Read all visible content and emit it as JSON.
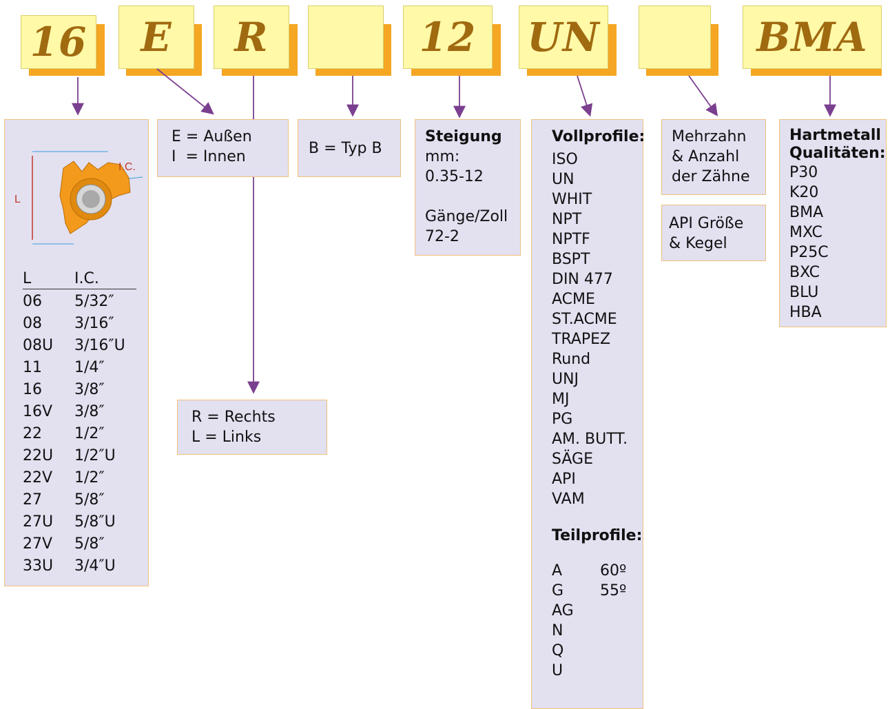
{
  "codes": [
    "16",
    "E",
    "R",
    "",
    "12",
    "UN",
    "",
    "BMA"
  ],
  "size_panel": {
    "diagram": {
      "label_l": "L",
      "label_ic": "I.C."
    },
    "header": [
      "L",
      "I.C."
    ],
    "rows": [
      [
        "06",
        "5/32″"
      ],
      [
        "08",
        "3/16″"
      ],
      [
        "08U",
        "3/16″U"
      ],
      [
        "11",
        "1/4″"
      ],
      [
        "16",
        "3/8″"
      ],
      [
        "16V",
        "3/8″"
      ],
      [
        "22",
        "1/2″"
      ],
      [
        "22U",
        "1/2″U"
      ],
      [
        "22V",
        "1/2″"
      ],
      [
        "27",
        "5/8″"
      ],
      [
        "27U",
        "5/8″U"
      ],
      [
        "27V",
        "5/8″"
      ],
      [
        "33U",
        "3/4″U"
      ]
    ]
  },
  "e_panel": [
    "E = Außen",
    "I  = Innen"
  ],
  "r_panel": [
    "R = Rechts",
    "L = Links"
  ],
  "b_panel": [
    "B = Typ B"
  ],
  "pitch_panel": {
    "title": "Steigung",
    "lines": [
      "mm:",
      "0.35-12",
      "",
      "Gänge/Zoll",
      "72-2"
    ]
  },
  "profile_panel": {
    "full_title": "Vollprofile:",
    "full": [
      "ISO",
      "UN",
      "WHIT",
      "NPT",
      "NPTF",
      "BSPT",
      "DIN 477",
      "ACME",
      "ST.ACME",
      "TRAPEZ",
      "Rund",
      "UNJ",
      "MJ",
      "PG",
      "AM. BUTT.",
      "SÄGE",
      "API",
      "VAM"
    ],
    "partial_title": "Teilprofile:",
    "partial": [
      [
        "A",
        "60º"
      ],
      [
        "G",
        "55º"
      ],
      [
        "AG",
        ""
      ],
      [
        "N",
        ""
      ],
      [
        "Q",
        ""
      ],
      [
        "U",
        ""
      ]
    ]
  },
  "multi_panel": [
    "Mehrzahn",
    "& Anzahl",
    "der Zähne"
  ],
  "api_panel": [
    "API Größe",
    "& Kegel"
  ],
  "grade_panel": {
    "title": [
      "Hartmetall",
      "Qualitäten:"
    ],
    "items": [
      "P30",
      "K20",
      "BMA",
      "MXC",
      "P25C",
      "BXC",
      "BLU",
      "HBA"
    ]
  },
  "colors": {
    "arrow": "#7b3f8f",
    "panel": "#e3e0f0",
    "panel_border": "#f1c07a",
    "code_face": "#fff9a8",
    "code_shadow": "#f5a623",
    "code_text": "#a06a10",
    "insert": "#f39a1d"
  }
}
